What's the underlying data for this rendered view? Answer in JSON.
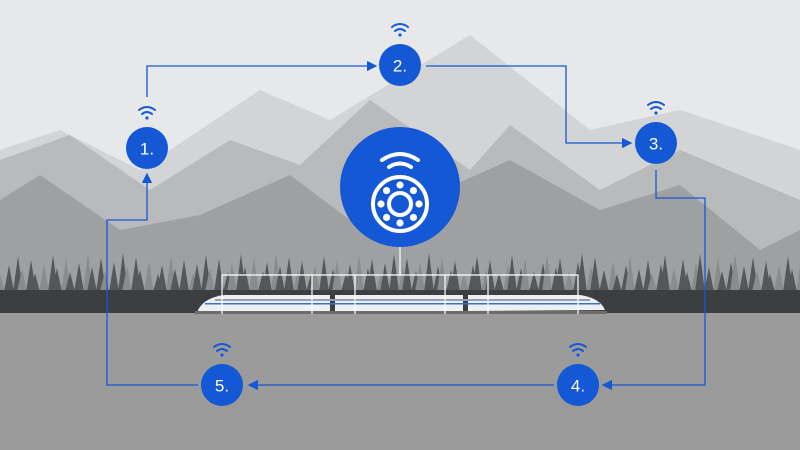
{
  "colors": {
    "accent": "#1558d6",
    "sky": "#e7e8e9",
    "ground": "#9b9b9b",
    "forest": "#3c3e41"
  },
  "center_icon": "wireless-bearing-sensor-icon",
  "steps": [
    {
      "label": "1.",
      "icon": "wifi-icon"
    },
    {
      "label": "2.",
      "icon": "wifi-icon"
    },
    {
      "label": "3.",
      "icon": "wifi-icon"
    },
    {
      "label": "4.",
      "icon": "wifi-icon"
    },
    {
      "label": "5.",
      "icon": "wifi-icon"
    }
  ]
}
